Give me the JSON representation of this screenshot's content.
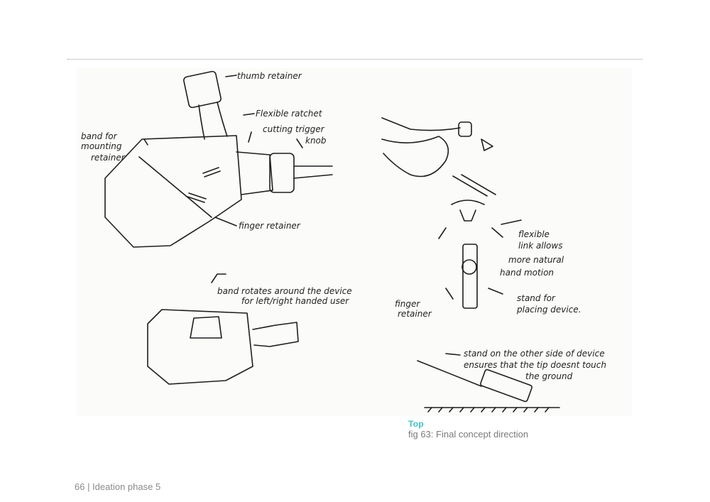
{
  "sketch": {
    "labels": {
      "thumb_retainer": "thumb retainer",
      "flexible_ratchet": "Flexible ratchet",
      "cutting_trigger": "cutting trigger",
      "knob": "knob",
      "band_mount_1": "band for",
      "band_mount_2": "mounting",
      "band_mount_3": "retainer",
      "finger_retainer_top": "finger retainer",
      "band_rotates_1": "band rotates around the device",
      "band_rotates_2": "for left/right handed user",
      "flex_1": "flexible",
      "flex_2": "link allows",
      "flex_3": "more natural",
      "flex_4": "hand motion",
      "finger_1": "finger",
      "finger_2": "retainer",
      "stand_1": "stand for",
      "stand_2": "placing device.",
      "other_1": "stand on the other side of device",
      "other_2": "ensures that the tip doesnt touch",
      "other_3": "the ground"
    }
  },
  "caption": {
    "label": "Top",
    "text": "fig 63: Final concept direction"
  },
  "footer": {
    "text": "66 | Ideation phase 5"
  }
}
